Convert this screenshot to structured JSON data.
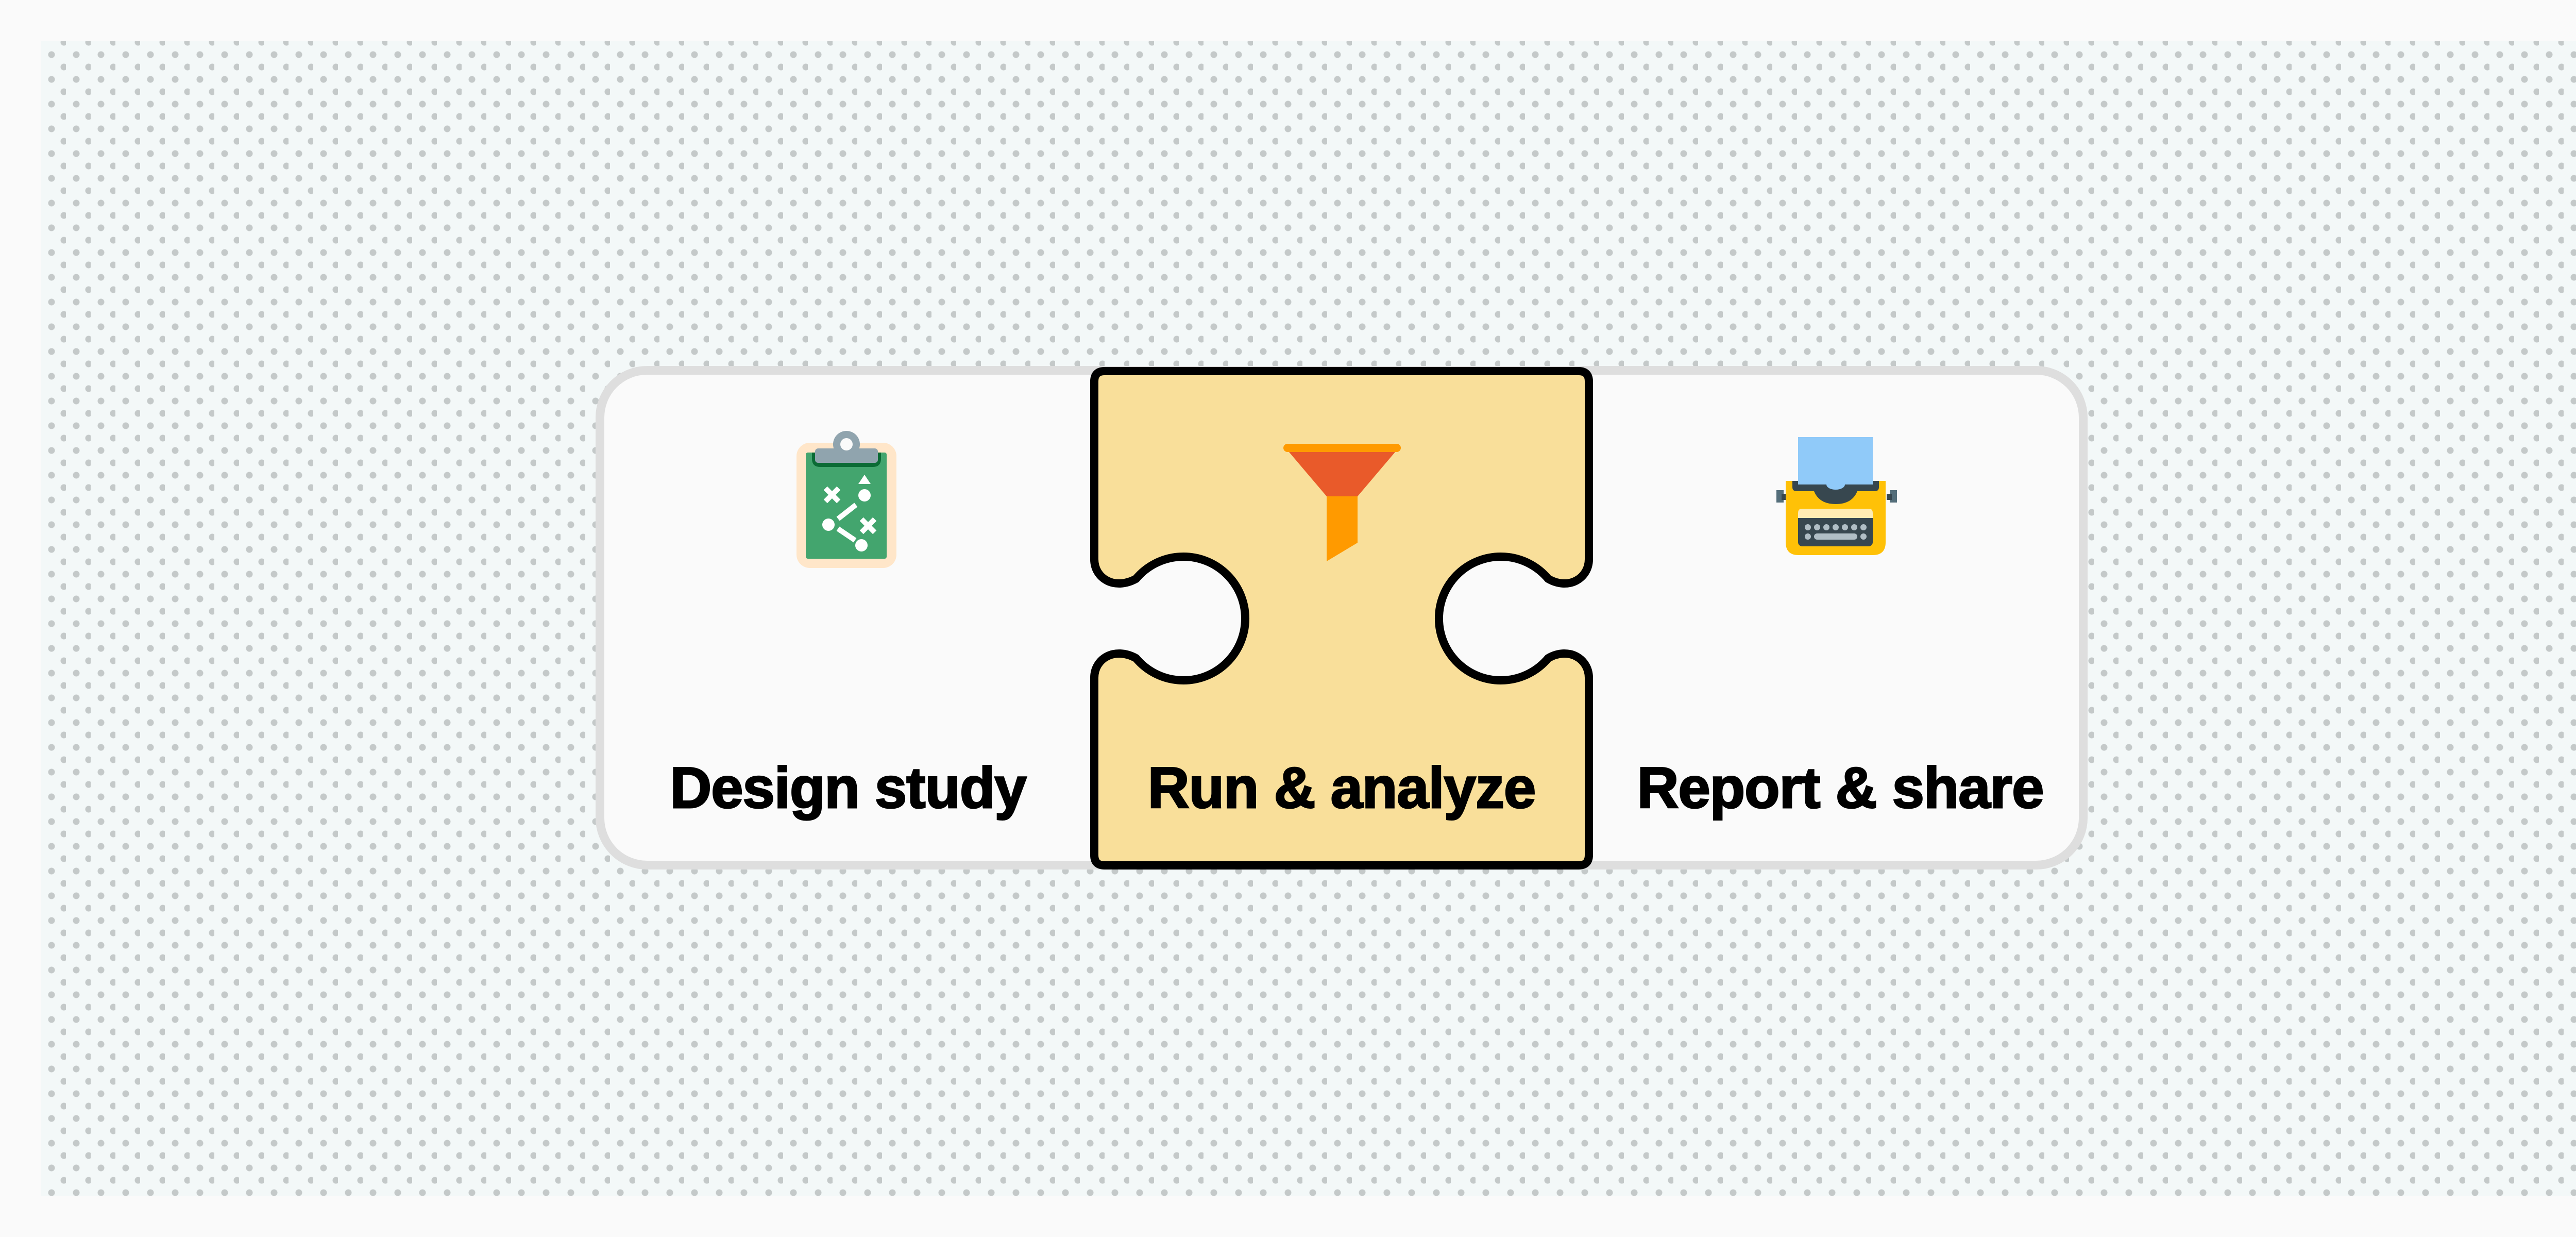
{
  "diagram": {
    "type": "process-flow",
    "steps": [
      {
        "label": "Design study",
        "icon": "clipboard-strategy-icon",
        "highlighted": false
      },
      {
        "label": "Run & analyze",
        "icon": "funnel-icon",
        "highlighted": true
      },
      {
        "label": "Report & share",
        "icon": "typewriter-icon",
        "highlighted": false
      }
    ]
  },
  "colors": {
    "page_background": "#fafafa",
    "pattern_background": "#f3f8f8",
    "pattern_dot": "#c4c9c9",
    "card_background": "#fafafa",
    "card_border": "#dedede",
    "highlight_fill": "#f9df9a",
    "highlight_stroke": "#000000",
    "label_text": "#000000",
    "clipboard_board": "#43a56e",
    "clipboard_frame": "#ffe6c9",
    "clipboard_clip": "#90a4ae",
    "clipboard_dark": "#0b6b35",
    "funnel_rim": "#ff9a00",
    "funnel_cone": "#e95a2a",
    "typewriter_body": "#ffc107",
    "typewriter_paper": "#90caf9",
    "typewriter_dark": "#37474f"
  }
}
